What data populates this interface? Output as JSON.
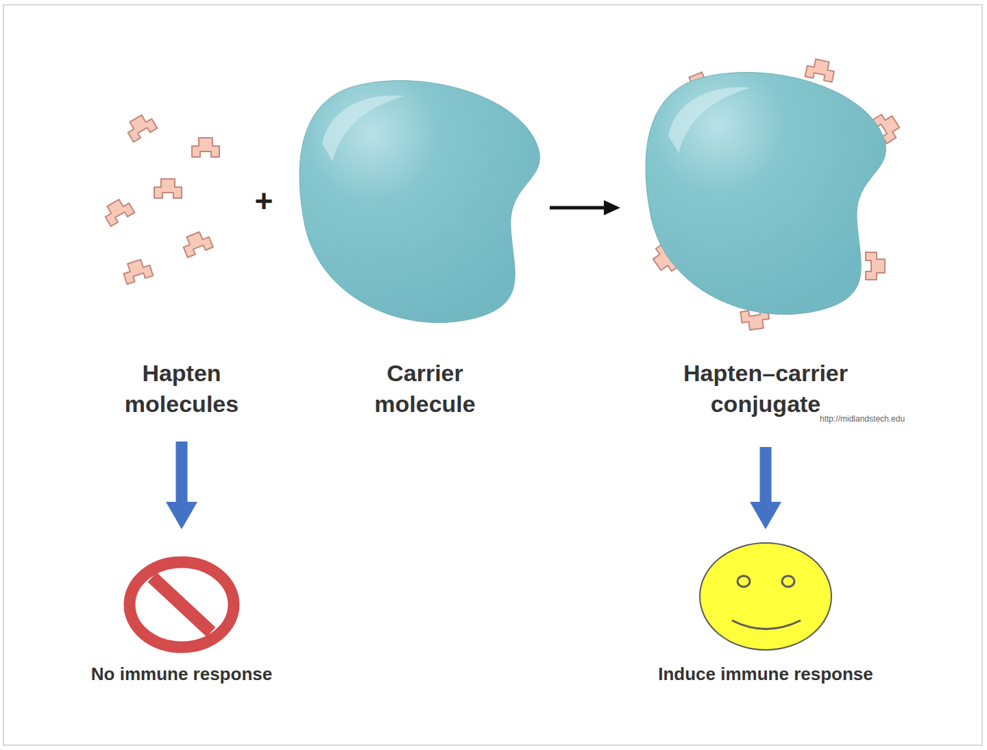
{
  "diagram": {
    "nodes": [
      {
        "text": [
          "Hapten molecules"
        ]
      },
      {
        "text": [
          "Carrier molecule"
        ]
      },
      {
        "text": [
          "Hapten–carrier conjugate"
        ]
      },
      {
        "text": [
          "No immune response"
        ]
      },
      {
        "text": [
          "Induce immune response"
        ]
      }
    ],
    "edges": [
      {
        "from": 0,
        "to": 3,
        "arrow": "to"
      },
      {
        "from": 1,
        "to": 2,
        "arrow": "to"
      },
      {
        "from": 2,
        "to": 4,
        "arrow": "to"
      }
    ],
    "labels": [
      "+",
      "http://midlandstech.edu"
    ]
  }
}
